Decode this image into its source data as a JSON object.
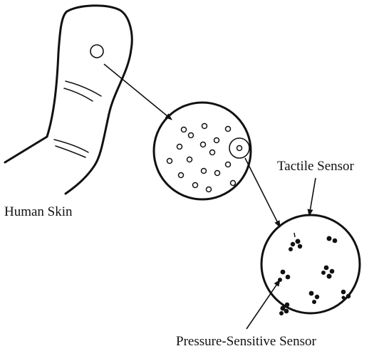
{
  "labels": {
    "human_skin": "Human Skin",
    "tactile_sensor": "Tactile Sensor",
    "pressure_sensor": "Pressure-Sensitive Sensor"
  },
  "colors": {
    "ink": "#111111",
    "background": "#ffffff"
  }
}
